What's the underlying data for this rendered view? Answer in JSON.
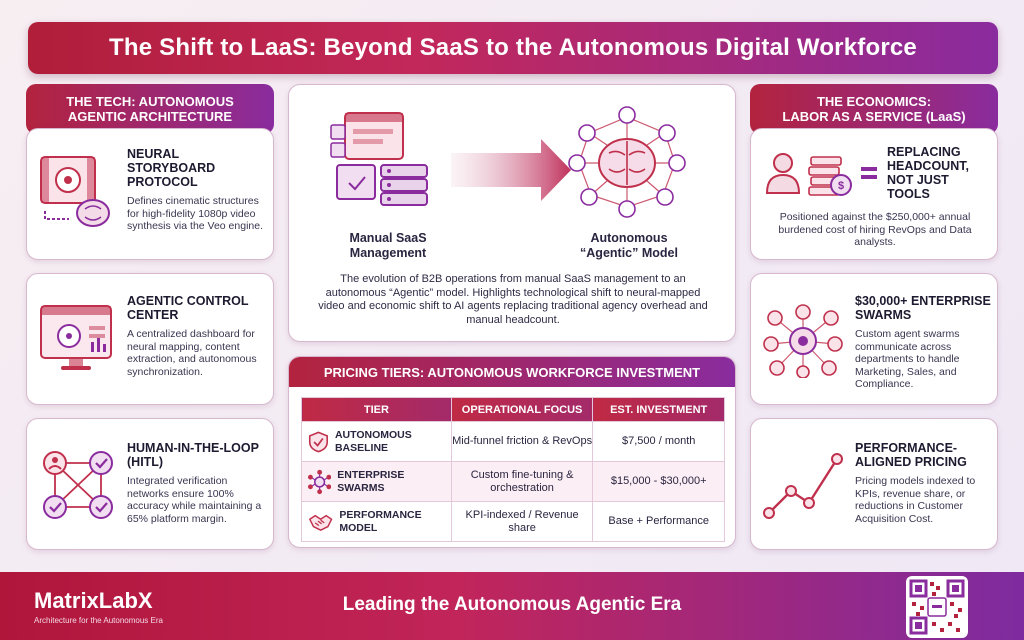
{
  "title": "The Shift to LaaS: Beyond SaaS to the Autonomous Digital Workforce",
  "left": {
    "heading_line1": "THE TECH: AUTONOMOUS",
    "heading_line2": "AGENTIC ARCHITECTURE",
    "cards": [
      {
        "title": "NEURAL STORYBOARD PROTOCOL",
        "text": "Defines cinematic structures for high-fidelity 1080p video synthesis via the Veo engine.",
        "icon": "film-brain-icon"
      },
      {
        "title": "AGENTIC CONTROL CENTER",
        "text": "A centralized dashboard for neural mapping, content extraction, and autonomous synchronization.",
        "icon": "dashboard-monitor-icon"
      },
      {
        "title": "HUMAN-IN-THE-LOOP (HITL)",
        "text": "Integrated verification networks ensure 100% accuracy while maintaining a 65% platform margin.",
        "icon": "verification-network-icon"
      }
    ]
  },
  "center": {
    "manual_label": "Manual SaaS Management",
    "agentic_label": "Autonomous “Agentic” Model",
    "description": "The evolution of B2B operations from manual SaaS management to an autonomous “Agentic” model. Highlights technological shift to neural-mapped video and economic shift to AI agents replacing traditional agency overhead and manual headcount."
  },
  "pricing": {
    "heading": "PRICING TIERS: AUTONOMOUS WORKFORCE INVESTMENT",
    "columns": [
      "TIER",
      "OPERATIONAL FOCUS",
      "EST. INVESTMENT"
    ],
    "rows": [
      {
        "tier": "AUTONOMOUS BASELINE",
        "focus": "Mid-funnel friction & RevOps",
        "investment": "$7,500 / month",
        "icon": "shield-check-icon"
      },
      {
        "tier": "ENTERPRISE SWARMS",
        "focus": "Custom fine-tuning & orchestration",
        "investment": "$15,000 - $30,000+",
        "icon": "network-hub-icon"
      },
      {
        "tier": "PERFORMANCE MODEL",
        "focus": "KPI-indexed / Revenue share",
        "investment": "Base + Performance",
        "icon": "handshake-icon"
      }
    ]
  },
  "right": {
    "heading_line1": "THE ECONOMICS:",
    "heading_line2": "LABOR AS A SERVICE (LaaS)",
    "cards": [
      {
        "title": "REPLACING HEADCOUNT, NOT JUST TOOLS",
        "text": "Positioned against the $250,000+ annual burdened cost of hiring RevOps and Data analysts.",
        "icon": "person-money-icon"
      },
      {
        "title": "$30,000+ ENTERPRISE SWARMS",
        "text": "Custom agent swarms communicate across departments to handle Marketing, Sales, and Compliance.",
        "icon": "swarm-gear-icon"
      },
      {
        "title": "PERFORMANCE-ALIGNED PRICING",
        "text": "Pricing models indexed to KPIs, revenue share, or reductions in Customer Acquisition Cost.",
        "icon": "line-trend-icon"
      }
    ]
  },
  "footer": {
    "brand": "MatrixLabX",
    "brand_sub": "Architecture for the Autonomous Era",
    "tagline": "Leading the Autonomous Agentic Era"
  },
  "colors": {
    "primary": "#b3233e",
    "secondary": "#8a2c9e",
    "accent": "#c2285a"
  }
}
